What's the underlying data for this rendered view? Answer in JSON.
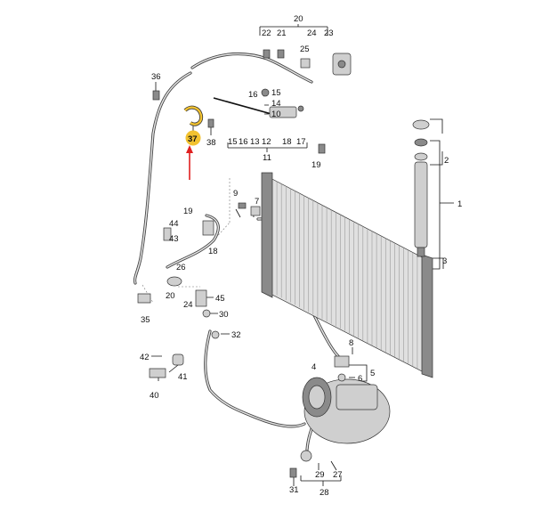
{
  "labels": {
    "l20": "20",
    "l22": "22",
    "l21": "21",
    "l24": "24",
    "l23": "23",
    "l25": "25",
    "l36": "36",
    "l16": "16",
    "l15a": "15",
    "l14": "14",
    "l10": "10",
    "l37": "37",
    "l38": "38",
    "l15b": "15",
    "l16b": "16",
    "l13": "13",
    "l12": "12",
    "l18a": "18",
    "l17": "17",
    "l11": "11",
    "l19a": "19",
    "l2": "2",
    "l1": "1",
    "l3": "3",
    "l9": "9",
    "l7": "7",
    "l19b": "19",
    "l44": "44",
    "l43": "43",
    "l18b": "18",
    "l26": "26",
    "l20b": "20",
    "l24b": "24",
    "l45": "45",
    "l30": "30",
    "l35": "35",
    "l32": "32",
    "l8": "8",
    "l5": "5",
    "l6": "6",
    "l4": "4",
    "l42": "42",
    "l41": "41",
    "l40": "40",
    "l29": "29",
    "l27": "27",
    "l31": "31",
    "l28": "28"
  },
  "highlight": {
    "callout": "37",
    "color": "#f2c230",
    "arrow_color": "#e02020"
  }
}
